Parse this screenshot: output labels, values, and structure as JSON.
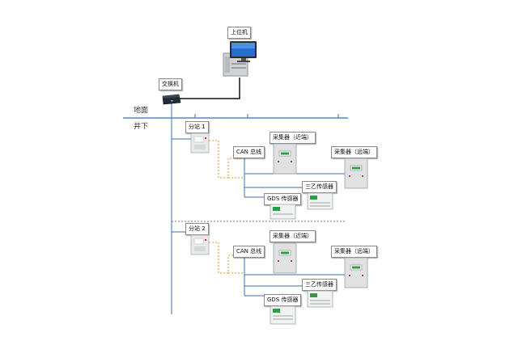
{
  "top": {
    "host_label": "上位机",
    "switch_label": "交换机",
    "ground_label": "地面",
    "underground_label": "井下"
  },
  "groups": [
    {
      "station_label": "分站 1",
      "bus_label": "CAN 总线",
      "near_label": "采集器（近端）",
      "far_label": "采集器（远端）",
      "sanyi_label": "三乙传感器",
      "gds_label": "GDS 传感器"
    },
    {
      "station_label": "分站 2",
      "bus_label": "CAN 总线",
      "near_label": "采集器（近端）",
      "far_label": "采集器（远端）",
      "sanyi_label": "三乙传感器",
      "gds_label": "GDS 传感器"
    }
  ],
  "colors": {
    "network_line": "#3a6fb5",
    "ground_line": "#2f6fd6",
    "can_dashed": "#e0922a",
    "black_cable": "#111111"
  }
}
